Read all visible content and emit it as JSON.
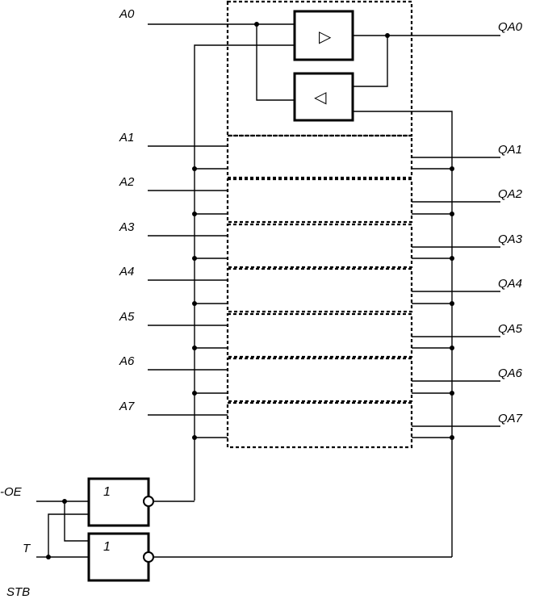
{
  "inputs": {
    "a0": "A0",
    "a1": "A1",
    "a2": "A2",
    "a3": "A3",
    "a4": "A4",
    "a5": "A5",
    "a6": "A6",
    "a7": "A7"
  },
  "outputs": {
    "qa0": "QA0",
    "qa1": "QA1",
    "qa2": "QA2",
    "qa3": "QA3",
    "qa4": "QA4",
    "qa5": "QA5",
    "qa6": "QA6",
    "qa7": "QA7"
  },
  "controls": {
    "oe": "-OE",
    "t": "T",
    "stb": "STB"
  },
  "gates": {
    "gate_oe_label": "1",
    "gate_t_label": "1"
  },
  "buffers": {
    "forward_glyph": "▷",
    "reverse_glyph": "◁"
  }
}
